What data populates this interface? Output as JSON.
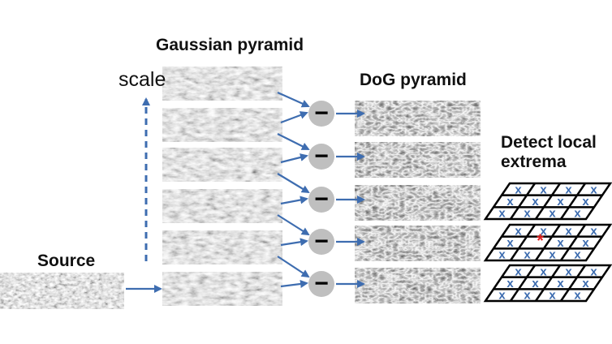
{
  "labels": {
    "gaussian": "Gaussian pyramid",
    "dog": "DoG pyramid",
    "scale": "scale",
    "source": "Source",
    "detect_line1": "Detect local",
    "detect_line2": "extrema"
  },
  "symbols": {
    "minus": "−",
    "mark": "x",
    "extremum": "*"
  },
  "colors": {
    "arrow": "#3e6db0",
    "circle": "#bfbfbf",
    "grid_mark": "#3e6db0",
    "extremum": "#e02020",
    "text": "#111111"
  }
}
